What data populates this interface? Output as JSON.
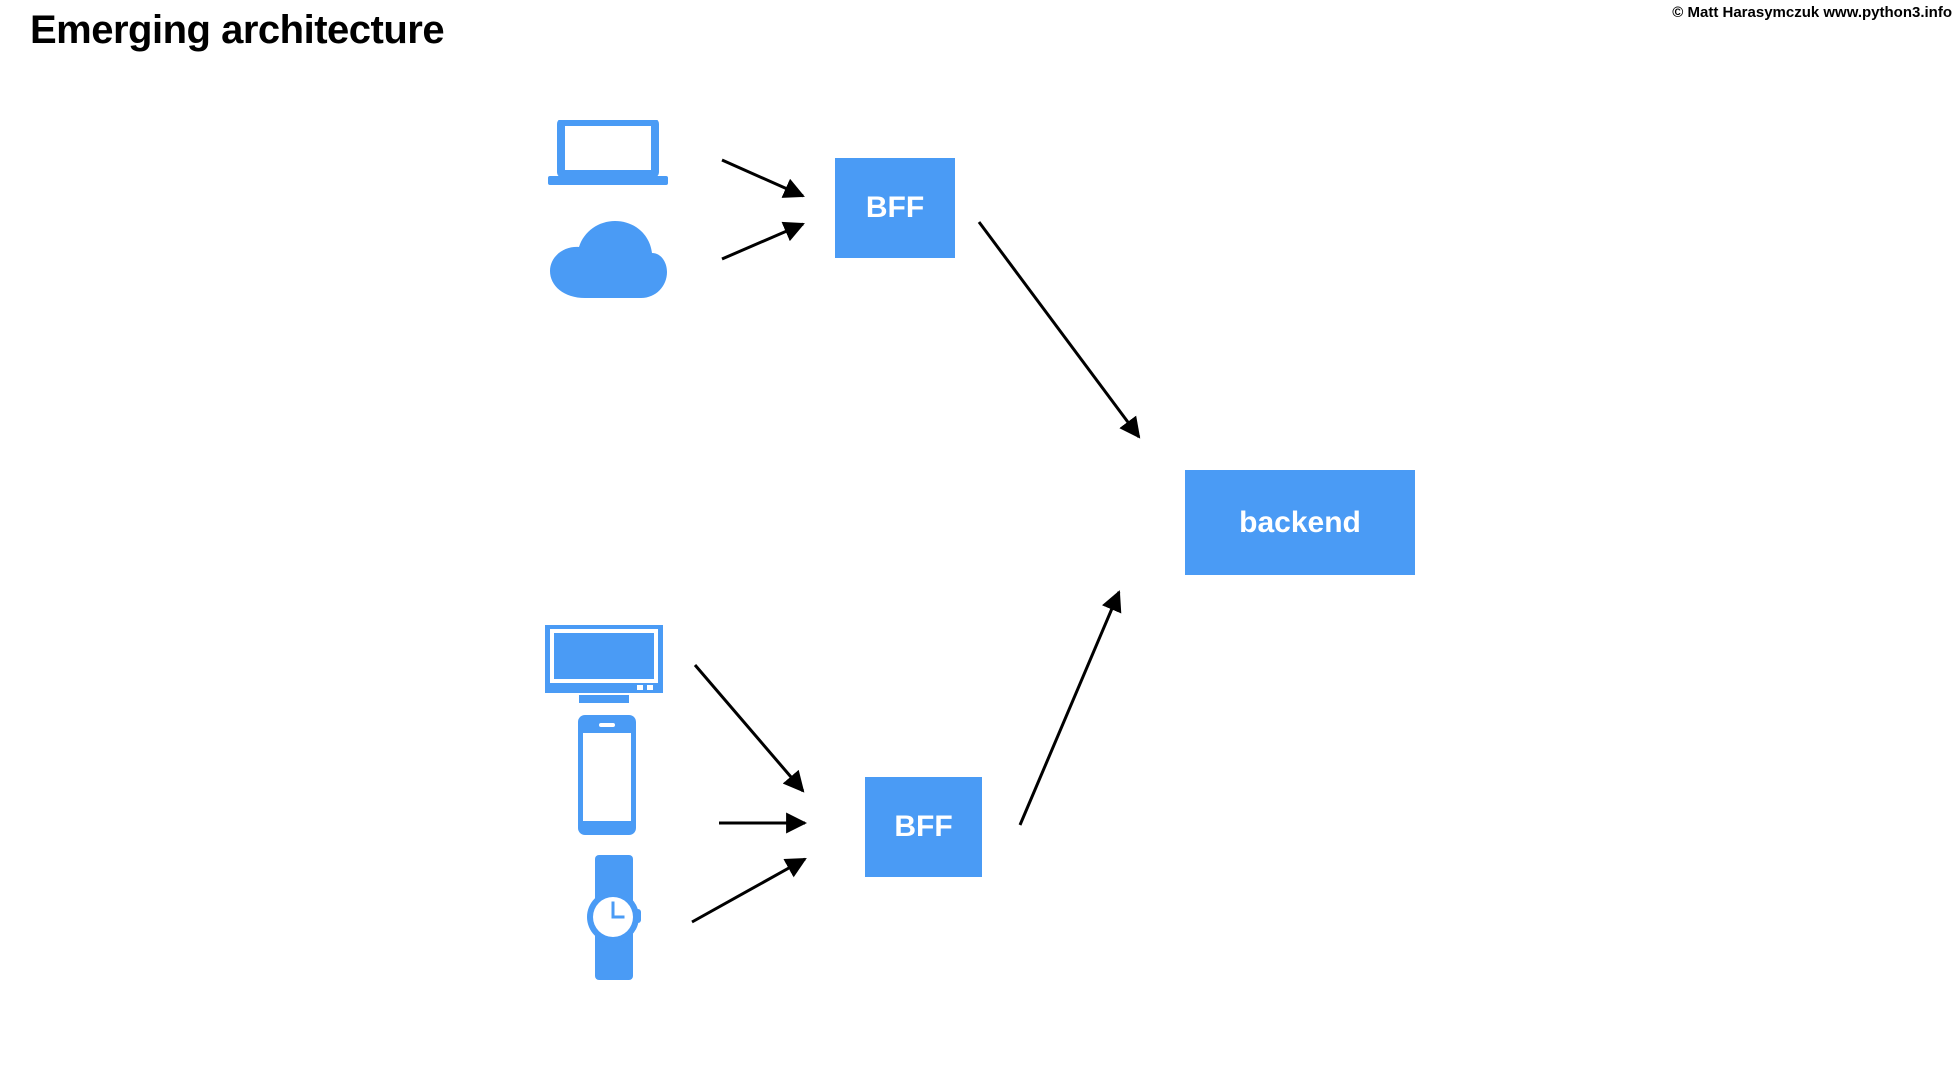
{
  "header": {
    "title": "Emerging architecture",
    "credit": "© Matt Harasymczuk www.python3.info"
  },
  "theme": {
    "accent_blue": "#4a9bf5",
    "box_text_color": "#ffffff",
    "arrow_color": "#000000",
    "background": "#ffffff"
  },
  "diagram": {
    "type": "architecture-flow",
    "nodes": [
      {
        "id": "laptop",
        "kind": "icon",
        "icon": "laptop-icon",
        "group": "top-clients"
      },
      {
        "id": "cloud",
        "kind": "icon",
        "icon": "cloud-icon",
        "group": "top-clients"
      },
      {
        "id": "tv",
        "kind": "icon",
        "icon": "tv-icon",
        "group": "bottom-clients"
      },
      {
        "id": "phone",
        "kind": "icon",
        "icon": "smartphone-icon",
        "group": "bottom-clients"
      },
      {
        "id": "smartwatch",
        "kind": "icon",
        "icon": "smartwatch-icon",
        "group": "bottom-clients"
      },
      {
        "id": "bff-top",
        "kind": "box",
        "label": "BFF"
      },
      {
        "id": "bff-bottom",
        "kind": "box",
        "label": "BFF"
      },
      {
        "id": "backend",
        "kind": "box",
        "label": "backend"
      }
    ],
    "edges": [
      {
        "from": "laptop",
        "to": "bff-top"
      },
      {
        "from": "cloud",
        "to": "bff-top"
      },
      {
        "from": "bff-top",
        "to": "backend"
      },
      {
        "from": "tv",
        "to": "bff-bottom"
      },
      {
        "from": "phone",
        "to": "bff-bottom"
      },
      {
        "from": "smartwatch",
        "to": "bff-bottom"
      },
      {
        "from": "bff-bottom",
        "to": "backend"
      }
    ],
    "labels": {
      "bff_top": "BFF",
      "bff_bottom": "BFF",
      "backend": "backend"
    }
  }
}
